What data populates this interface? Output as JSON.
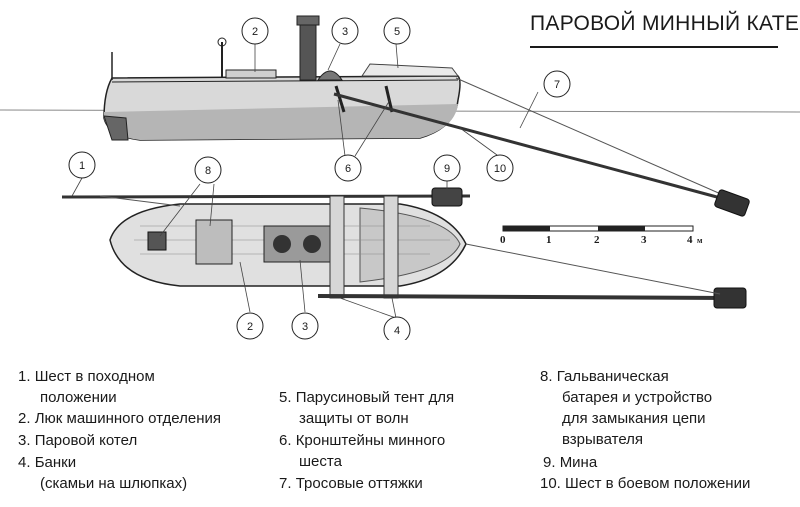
{
  "title": "ПАРОВОЙ МИННЫЙ КАТЕР",
  "callouts": [
    "1",
    "2",
    "3",
    "4",
    "5",
    "6",
    "7",
    "8",
    "9",
    "10"
  ],
  "scale": {
    "ticks": [
      "0",
      "1",
      "2",
      "3",
      "4"
    ],
    "unit": "м"
  },
  "legend": [
    {
      "num": "1.",
      "line1": "Шест в походном",
      "line2": "положении"
    },
    {
      "num": "2.",
      "line1": "Люк машинного отделения",
      "line2": ""
    },
    {
      "num": "3.",
      "line1": "Паровой котел",
      "line2": ""
    },
    {
      "num": "4.",
      "line1": "Банки",
      "line2": "(скамьи на шлюпках)"
    },
    {
      "num": "5.",
      "line1": "Парусиновый тент для",
      "line2": "защиты от волн"
    },
    {
      "num": "6.",
      "line1": "Кронштейны минного",
      "line2": "шеста"
    },
    {
      "num": "7.",
      "line1": "Тросовые оттяжки",
      "line2": ""
    },
    {
      "num": "8.",
      "line1": "Гальваническая",
      "line2": "батарея и устройство",
      "line3": "для замыкания цепи",
      "line4": "взрывателя"
    },
    {
      "num": "9.",
      "line1": "Мина",
      "line2": ""
    },
    {
      "num": "10.",
      "line1": "Шест в боевом положении",
      "line2": ""
    }
  ]
}
